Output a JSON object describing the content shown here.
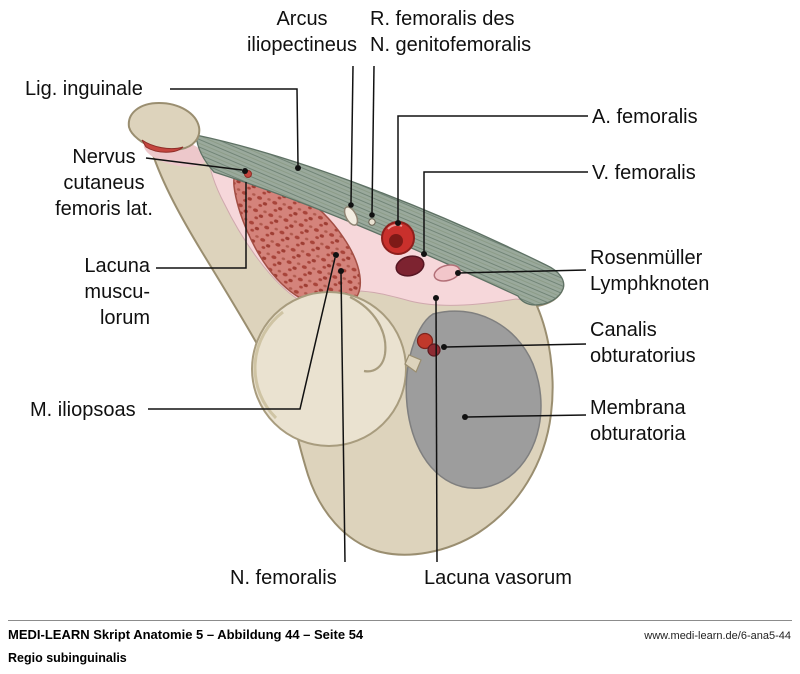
{
  "figure_labels": {
    "arcus_iliopectineus": "Arcus\niliopectineus",
    "r_femoralis_genitofemoralis": "R. femoralis des\nN. genitofemoralis",
    "lig_inguinale": "Lig. inguinale",
    "nervus_cutaneus_femoris_lat": "Nervus\ncutaneus\nfemoris lat.",
    "lacuna_musculorum": "Lacuna\nmuscu-\nlorum",
    "m_iliopsoas": "M. iliopsoas",
    "a_femoralis": "A. femoralis",
    "v_femoralis": "V. femoralis",
    "rosenmueller_lymphknoten": "Rosenmüller\nLymphknoten",
    "canalis_obturatorius": "Canalis\nobturatorius",
    "membrana_obturatoria": "Membrana\nobturatoria",
    "n_femoralis": "N. femoralis",
    "lacuna_vasorum": "Lacuna vasorum"
  },
  "footer": {
    "source": "MEDI-LEARN Skript Anatomie 5 – Abbildung 44 – Seite 54",
    "caption": "Regio subinguinalis",
    "url": "www.medi-learn.de/6-ana5-44"
  },
  "colors": {
    "bone": "#ddd3bc",
    "bone_outline": "#9a8e70",
    "ligament_band": "#9aa99c",
    "ligament_outline": "#5f7265",
    "compartment_pink": "#f6d7da",
    "muscle": "#d4837b",
    "muscle_dots": "#a8443a",
    "artery_red": "#c9302c",
    "vein_dark_red": "#7d2330",
    "lymph_node_pink": "#f2c6ca",
    "membrane_gray": "#9d9d9d",
    "leader_line": "#111111",
    "label_text": "#101010"
  }
}
